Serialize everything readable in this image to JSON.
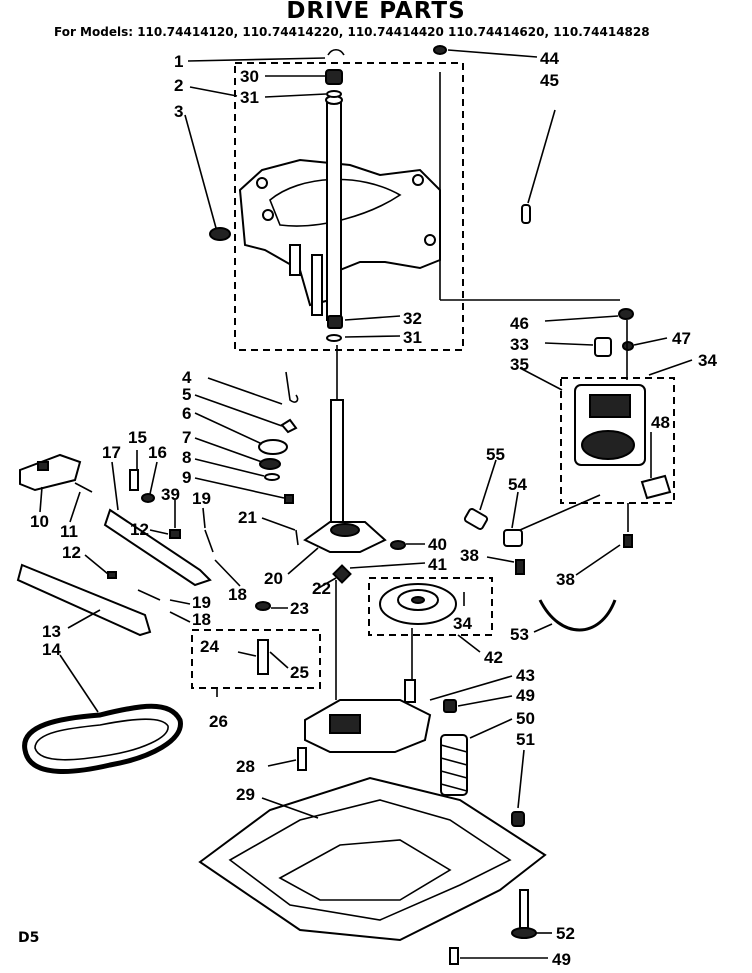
{
  "title": "DRIVE PARTS",
  "models": "For Models: 110.74414120, 110.74414220, 110.74414420 110.74414620, 110.74414828",
  "page_id": "D5",
  "labels": {
    "l1": "1",
    "l2": "2",
    "l3": "3",
    "l4": "4",
    "l5": "5",
    "l6": "6",
    "l7": "7",
    "l8": "8",
    "l9": "9",
    "l10": "10",
    "l11": "11",
    "l12a": "12",
    "l12b": "12",
    "l13": "13",
    "l14": "14",
    "l15": "15",
    "l16": "16",
    "l17": "17",
    "l18a": "18",
    "l18b": "18",
    "l19a": "19",
    "l19b": "19",
    "l20": "20",
    "l21": "21",
    "l22": "22",
    "l23": "23",
    "l24": "24",
    "l25": "25",
    "l26": "26",
    "l28": "28",
    "l29": "29",
    "l30": "30",
    "l31a": "31",
    "l31b": "31",
    "l32": "32",
    "l33": "33",
    "l34a": "34",
    "l34b": "34",
    "l35": "35",
    "l38a": "38",
    "l38b": "38",
    "l39": "39",
    "l40": "40",
    "l41": "41",
    "l42": "42",
    "l43": "43",
    "l44": "44",
    "l45": "45",
    "l46": "46",
    "l47": "47",
    "l48": "48",
    "l49a": "49",
    "l49b": "49",
    "l50": "50",
    "l51": "51",
    "l52": "52",
    "l53": "53",
    "l54": "54",
    "l55": "55"
  }
}
